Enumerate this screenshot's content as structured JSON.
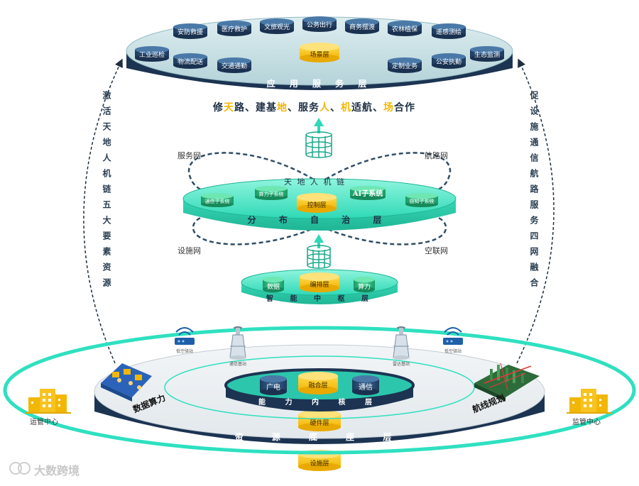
{
  "app_layer": {
    "band_label": "应 用 服 务 层",
    "center_label": "场景层",
    "scenes": [
      "安防救援",
      "医疗救护",
      "文旅观光",
      "公务出行",
      "商务摆渡",
      "农林植保",
      "遥感测绘",
      "工业巡检",
      "物流配送",
      "交通通勤",
      "定制业务",
      "公安执勤",
      "生态监测"
    ]
  },
  "slogan": {
    "parts": [
      {
        "text": "修",
        "hl": false
      },
      {
        "text": "天",
        "hl": true
      },
      {
        "text": "路、建基",
        "hl": false
      },
      {
        "text": "地",
        "hl": true
      },
      {
        "text": "、服务",
        "hl": false
      },
      {
        "text": "人",
        "hl": true
      },
      {
        "text": "、",
        "hl": false
      },
      {
        "text": "机",
        "hl": true
      },
      {
        "text": "适航、",
        "hl": false
      },
      {
        "text": "场",
        "hl": true
      },
      {
        "text": "合作",
        "hl": false
      }
    ]
  },
  "left_vertical": "激活天地人机链五大要素资源",
  "right_vertical": "促设施通信航路服务四网融合",
  "distributed": {
    "title": "天 地 人 机 链",
    "band_label": "分 布 自 治 层",
    "center_label": "控制层",
    "subsystems": [
      "通信子系统",
      "算力子系统",
      "AI子系统",
      "感知子系统"
    ],
    "networks": [
      "服务网",
      "航路网",
      "设施网",
      "空联网"
    ]
  },
  "hub": {
    "band_label": "智 能 中 枢 层",
    "center_label": "编排层",
    "left_label": "数据",
    "right_label": "算力"
  },
  "base": {
    "core_label": "能 力 内 核 层",
    "fusion_label": "融合层",
    "left_core": "广电",
    "right_core": "通信",
    "hardware_label": "硬件层",
    "band_label": "资 源 底 座 层",
    "facility_label": "设施层",
    "left_station": "数据算力",
    "right_station": "航线规划",
    "left_center": "运管中心",
    "right_center": "监管中心",
    "routers": [
      "低空驿站",
      "低空驿站"
    ],
    "towers": [
      "通信基站",
      "雷达基站"
    ]
  },
  "watermark": "大数跨境",
  "colors": {
    "navy": "#1f3a5f",
    "teal": "#2fe0c0",
    "gold": "#f7c320",
    "slate": "#3a5a78"
  }
}
